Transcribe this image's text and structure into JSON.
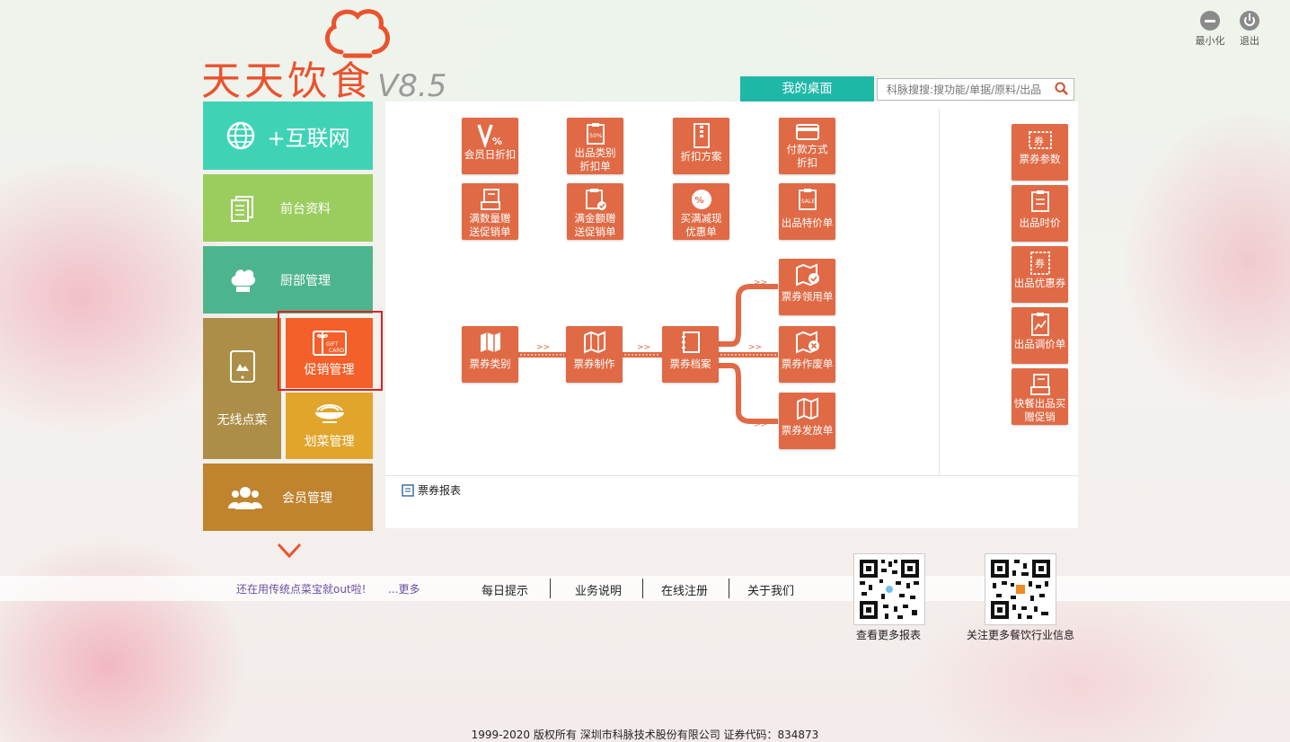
{
  "window": {
    "minimize_label": "最小化",
    "exit_label": "退出"
  },
  "logo": {
    "name": "天天饮食",
    "version": "V8.5"
  },
  "header": {
    "desk_tab": "我的桌面",
    "search_placeholder": "科脉搜搜:搜功能/单据/原料/出品"
  },
  "sidebar": {
    "internet": "+互联网",
    "front_data": "前台资料",
    "kitchen": "厨部管理",
    "wireless": "无线点菜",
    "promo": "促销管理",
    "dish": "划菜管理",
    "member": "会员管理"
  },
  "functions": [
    {
      "l1": "会员日折扣",
      "l2": ""
    },
    {
      "l1": "出品类别",
      "l2": "折扣单"
    },
    {
      "l1": "折扣方案",
      "l2": ""
    },
    {
      "l1": "付款方式",
      "l2": "折扣"
    },
    {
      "l1": "满数量赠",
      "l2": "送促销单"
    },
    {
      "l1": "满金额赠",
      "l2": "送促销单"
    },
    {
      "l1": "买满减现",
      "l2": "优惠单"
    },
    {
      "l1": "出品特价单",
      "l2": ""
    }
  ],
  "flow": {
    "category": "票券类别",
    "make": "票券制作",
    "archive": "票券档案",
    "receive": "票券领用单",
    "void": "票券作废单",
    "issue": "票券发放单"
  },
  "right_tiles": [
    {
      "l1": "票券参数",
      "l2": ""
    },
    {
      "l1": "出品时价",
      "l2": ""
    },
    {
      "l1": "出品优惠券",
      "l2": ""
    },
    {
      "l1": "出品调价单",
      "l2": ""
    },
    {
      "l1": "快餐出品买",
      "l2": "赠促销"
    }
  ],
  "report_label": "票券报表",
  "bottom": {
    "promo": "还在用传统点菜宝就out啦!",
    "more": "...更多",
    "links": [
      "每日提示",
      "业务说明",
      "在线注册",
      "关于我们"
    ],
    "qr1": "查看更多报表",
    "qr2": "关注更多餐饮行业信息"
  },
  "copyright": "1999-2020  版权所有  深圳市科脉技术股份有限公司  证券代码：834873",
  "colors": {
    "accent_teal": "#1fb8a7",
    "tile_orange": "#e06a45",
    "promo_active": "#f45f2a",
    "logo_red": "#e9532e"
  }
}
